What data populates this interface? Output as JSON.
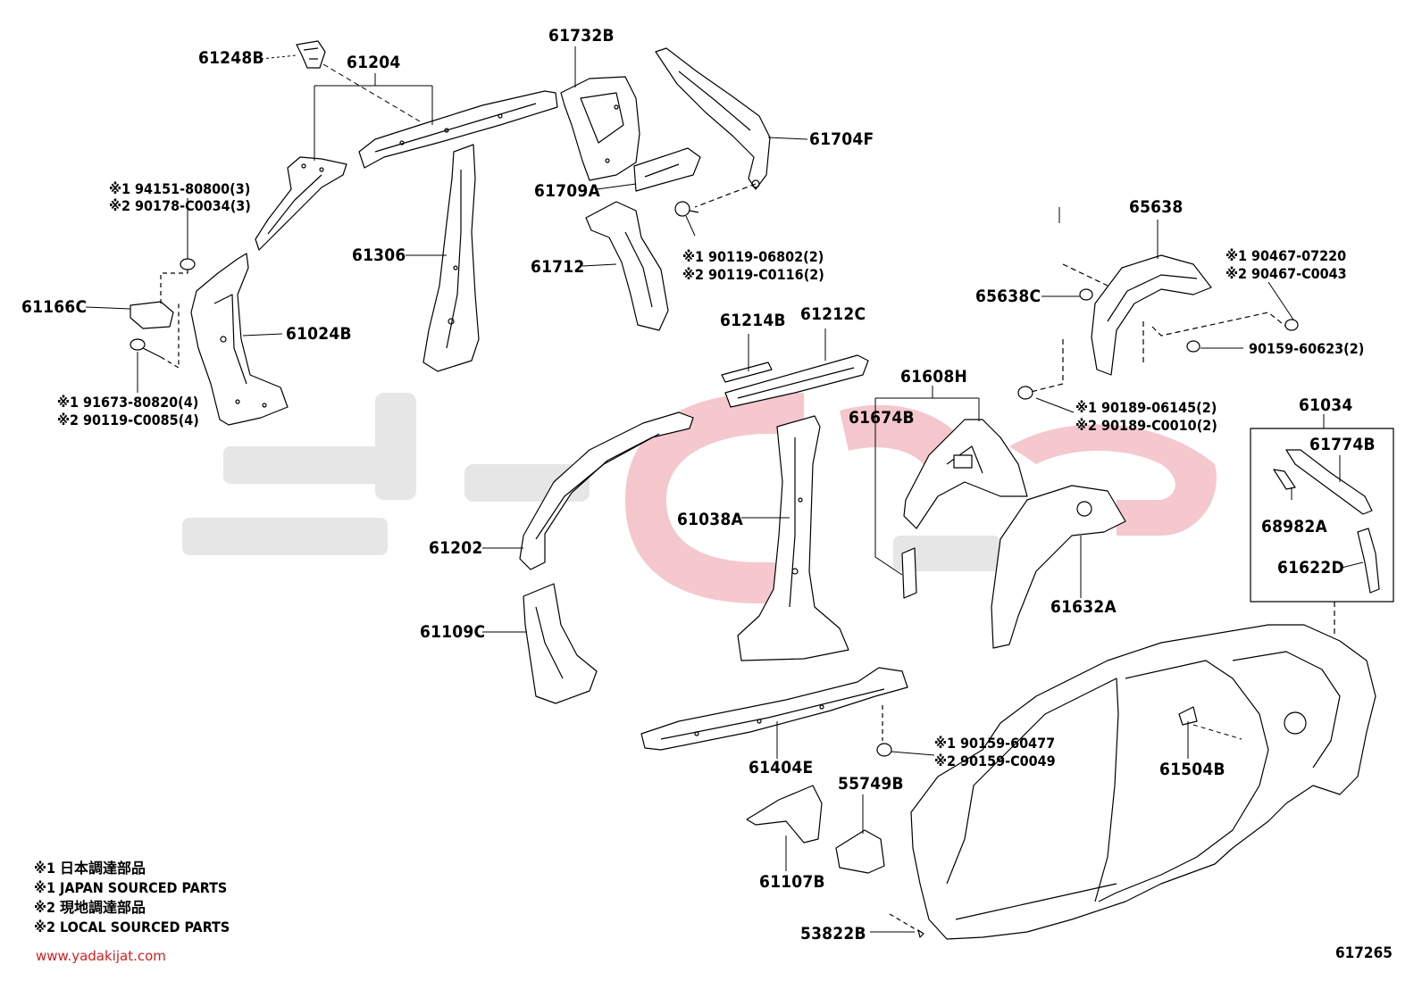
{
  "parts": {
    "p61248B": "61248B",
    "p61204": "61204",
    "p61732B": "61732B",
    "p61704F": "61704F",
    "p61709A": "61709A",
    "p61306": "61306",
    "p61712": "61712",
    "p61166C": "61166C",
    "p61024B": "61024B",
    "p65638": "65638",
    "p65638C": "65638C",
    "p61214B": "61214B",
    "p61212C": "61212C",
    "p61608H": "61608H",
    "p61674B": "61674B",
    "p61038A": "61038A",
    "p61202": "61202",
    "p61109C": "61109C",
    "p61632A": "61632A",
    "p61034": "61034",
    "p61774B": "61774B",
    "p68982A": "68982A",
    "p61622D": "61622D",
    "p61404E": "61404E",
    "p55749B": "55749B",
    "p61504B": "61504B",
    "p61107B": "61107B",
    "p53822B": "53822B"
  },
  "fasteners": {
    "f94151_1": "※1 94151-80800(3)",
    "f94151_2": "※2 90178-C0034(3)",
    "f91673_1": "※1 91673-80820(4)",
    "f91673_2": "※2 90119-C0085(4)",
    "f90119_1": "※1 90119-06802(2)",
    "f90119_2": "※2 90119-C0116(2)",
    "f90467_1": "※1 90467-07220",
    "f90467_2": "※2 90467-C0043",
    "f90159_6": "90159-60623(2)",
    "f90189_1": "※1 90189-06145(2)",
    "f90189_2": "※2 90189-C0010(2)",
    "f90159_1": "※1 90159-60477",
    "f90159_2": "※2 90159-C0049"
  },
  "footnotes": [
    "※1 日本調達部品",
    "※1 JAPAN SOURCED PARTS",
    "※2 現地調達部品",
    "※2 LOCAL SOURCED PARTS"
  ],
  "source_url": "www.yadakijat.com",
  "figure_number": "617265",
  "watermark_color": "#e8a0a8",
  "line_color": "#000000"
}
